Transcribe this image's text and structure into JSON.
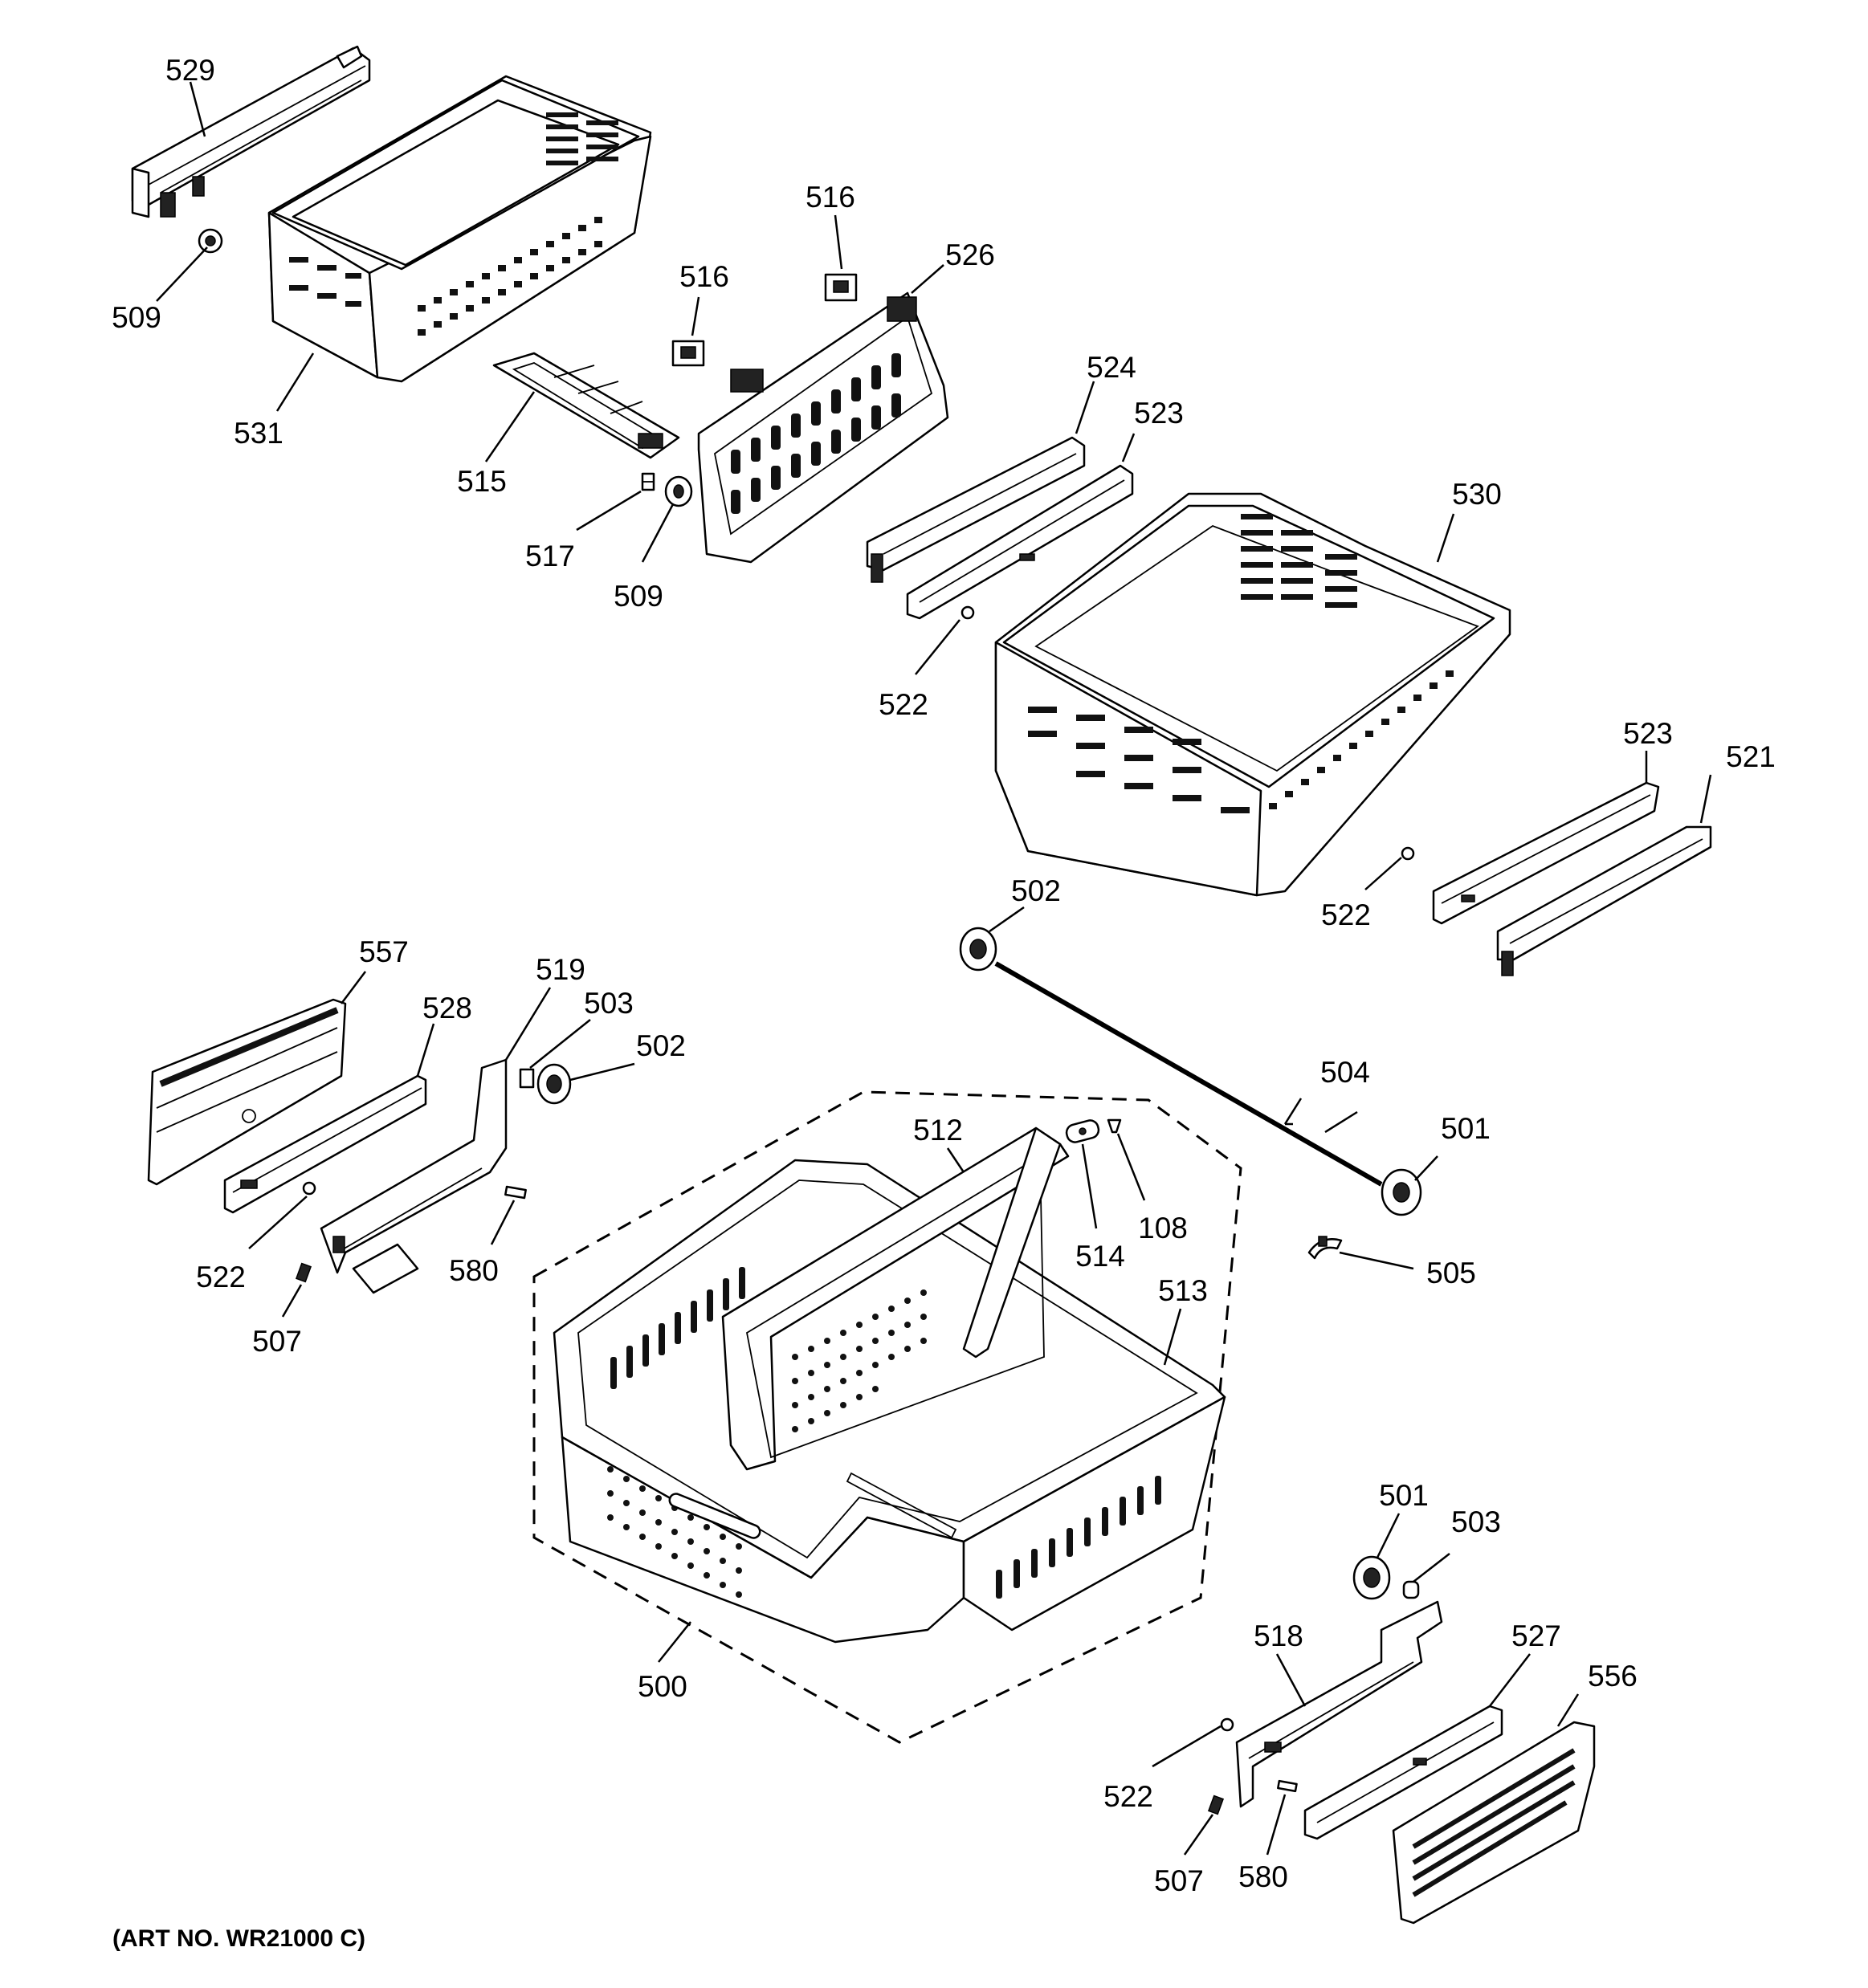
{
  "diagram": {
    "art_number": "(ART NO. WR21000 C)",
    "callouts": [
      {
        "id": "c529a",
        "text": "529"
      },
      {
        "id": "c509a",
        "text": "509"
      },
      {
        "id": "c531",
        "text": "531"
      },
      {
        "id": "c515",
        "text": "515"
      },
      {
        "id": "c517",
        "text": "517"
      },
      {
        "id": "c509b",
        "text": "509"
      },
      {
        "id": "c516a",
        "text": "516"
      },
      {
        "id": "c516b",
        "text": "516"
      },
      {
        "id": "c526",
        "text": "526"
      },
      {
        "id": "c524",
        "text": "524"
      },
      {
        "id": "c523a",
        "text": "523"
      },
      {
        "id": "c522a",
        "text": "522"
      },
      {
        "id": "c530",
        "text": "530"
      },
      {
        "id": "c523b",
        "text": "523"
      },
      {
        "id": "c521",
        "text": "521"
      },
      {
        "id": "c522b",
        "text": "522"
      },
      {
        "id": "c502a",
        "text": "502"
      },
      {
        "id": "c557",
        "text": "557"
      },
      {
        "id": "c528",
        "text": "528"
      },
      {
        "id": "c519",
        "text": "519"
      },
      {
        "id": "c503a",
        "text": "503"
      },
      {
        "id": "c502b",
        "text": "502"
      },
      {
        "id": "c504",
        "text": "504"
      },
      {
        "id": "c501a",
        "text": "501"
      },
      {
        "id": "c512",
        "text": "512"
      },
      {
        "id": "c514",
        "text": "514"
      },
      {
        "id": "c108",
        "text": "108"
      },
      {
        "id": "c505",
        "text": "505"
      },
      {
        "id": "c513",
        "text": "513"
      },
      {
        "id": "c522c",
        "text": "522"
      },
      {
        "id": "c580a",
        "text": "580"
      },
      {
        "id": "c507a",
        "text": "507"
      },
      {
        "id": "c500",
        "text": "500"
      },
      {
        "id": "c501b",
        "text": "501"
      },
      {
        "id": "c503b",
        "text": "503"
      },
      {
        "id": "c518",
        "text": "518"
      },
      {
        "id": "c527",
        "text": "527"
      },
      {
        "id": "c556",
        "text": "556"
      },
      {
        "id": "c522d",
        "text": "522"
      },
      {
        "id": "c507b",
        "text": "507"
      },
      {
        "id": "c580b",
        "text": "580"
      }
    ]
  }
}
